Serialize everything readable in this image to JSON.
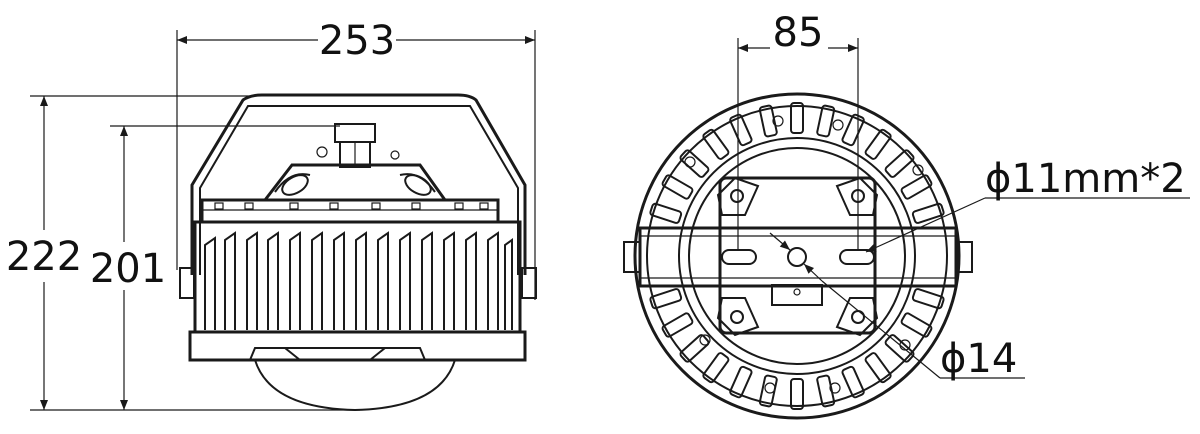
{
  "dimensions": {
    "overall_width": "253",
    "overall_height": "222",
    "body_height": "201",
    "hole_spacing": "85",
    "mount_holes": "ϕ11mm*2",
    "center_hole": "ϕ14"
  }
}
